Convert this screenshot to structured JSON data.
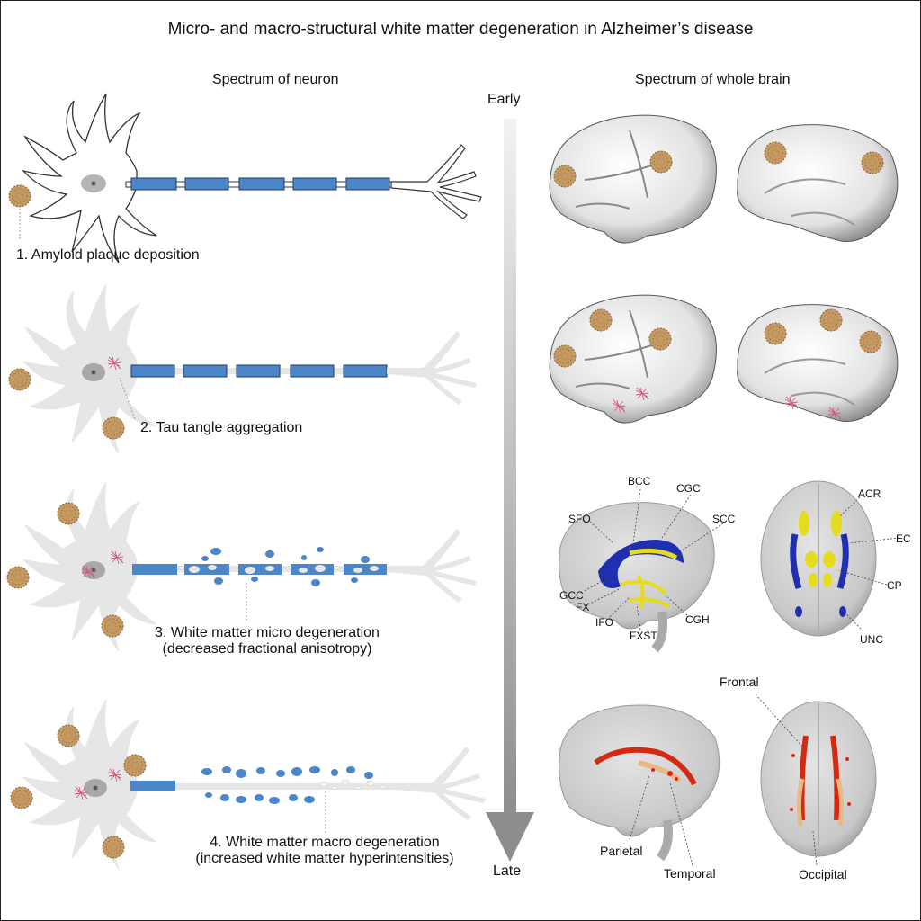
{
  "title": "Micro- and macro-structural white matter degeneration in Alzheimer’s disease",
  "headers": {
    "neuron": "Spectrum of neuron",
    "brain": "Spectrum of whole brain"
  },
  "timeline": {
    "start": "Early",
    "end": "Late"
  },
  "steps": [
    {
      "line1": "1. Amyloid plaque deposition"
    },
    {
      "line1": "2. Tau tangle aggregation"
    },
    {
      "line1": "3. White matter micro degeneration",
      "line2": "(decreased fractional anisotropy)"
    },
    {
      "line1": "4. White matter macro degeneration",
      "line2": "(increased white matter hyperintensities)"
    }
  ],
  "tract_labels": {
    "lateral": [
      "BCC",
      "CGC",
      "SFO",
      "SCC",
      "GCC",
      "FX",
      "IFO",
      "FXST",
      "CGH"
    ],
    "axial": [
      "ACR",
      "EC",
      "CP",
      "UNC"
    ]
  },
  "region_labels": [
    "Frontal",
    "Parietal",
    "Temporal",
    "Occipital"
  ],
  "colors": {
    "myelin": "#4a86c8",
    "plaque": "#c49a62",
    "tangle": "#d05a78",
    "tract_blue": "#1f2fb0",
    "tract_yellow": "#e6dc1e",
    "lesion_red": "#d42a12",
    "lesion_tan": "#e8b987"
  }
}
